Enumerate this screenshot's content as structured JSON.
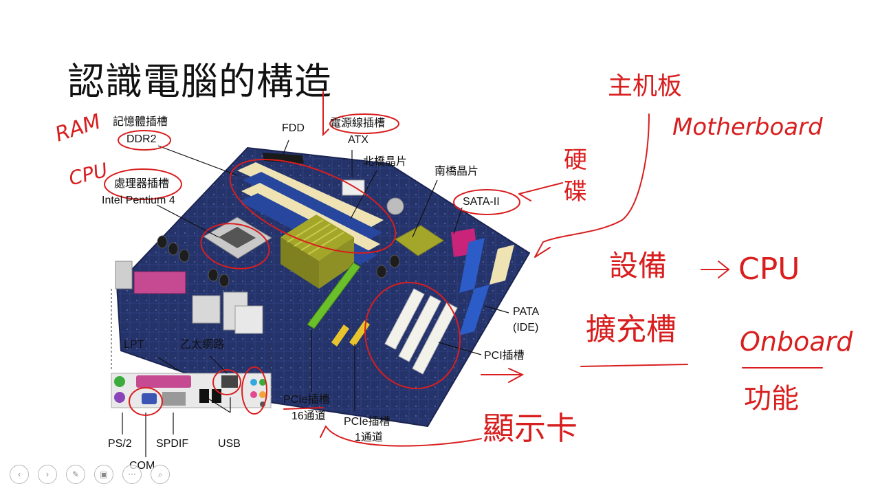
{
  "slide": {
    "title": "認識電腦的構造",
    "labels": {
      "memory_slot": "記憶體插槽",
      "ddr2": "DDR2",
      "cpu_socket": "處理器插槽",
      "cpu_model": "Intel Pentium 4",
      "fdd": "FDD",
      "power_connector": "電源線插槽",
      "atx": "ATX",
      "northbridge": "北橋晶片",
      "southbridge": "南橋晶片",
      "sata": "SATA-II",
      "pata": "PATA",
      "ide": "(IDE)",
      "pci_slot": "PCI插槽",
      "pcie16_a": "PCIe插槽",
      "pcie16_b": "16通道",
      "pcie1_a": "PCIe插槽",
      "pcie1_b": "1通道",
      "lpt": "LPT",
      "ethernet": "乙太網路",
      "ps2": "PS/2",
      "com": "COM",
      "spdif": "SPDIF",
      "usb": "USB"
    },
    "annotations": {
      "ram": "RAM",
      "cpu_left": "CPU",
      "motherboard_cn": "主机板",
      "motherboard_en": "Motherboard",
      "hard_disk": "硬碟",
      "device": "設備",
      "arrow": "→",
      "cpu_right": "CPU",
      "expansion_slot": "擴充槽",
      "onboard": "Onboard",
      "function": "功能",
      "graphics": "顯示卡"
    },
    "image": {
      "subject": "motherboard-photo",
      "board_color": "#25336b",
      "heatsink_color": "#a4a62a",
      "dimm_blue": "#27479e",
      "dimm_cream": "#efe3b4"
    },
    "ink_color": "#d81e1e"
  },
  "toolbar": {
    "buttons": [
      {
        "name": "previous-slide-button",
        "icon": "chevron-left-icon",
        "glyph": "‹"
      },
      {
        "name": "next-slide-button",
        "icon": "chevron-right-icon",
        "glyph": "›"
      },
      {
        "name": "pen-button",
        "icon": "pen-icon",
        "glyph": "✎"
      },
      {
        "name": "slides-button",
        "icon": "slides-icon",
        "glyph": "▣"
      },
      {
        "name": "more-options-button",
        "icon": "more-icon",
        "glyph": "···"
      },
      {
        "name": "zoom-button",
        "icon": "zoom-icon",
        "glyph": "⌕"
      }
    ]
  }
}
